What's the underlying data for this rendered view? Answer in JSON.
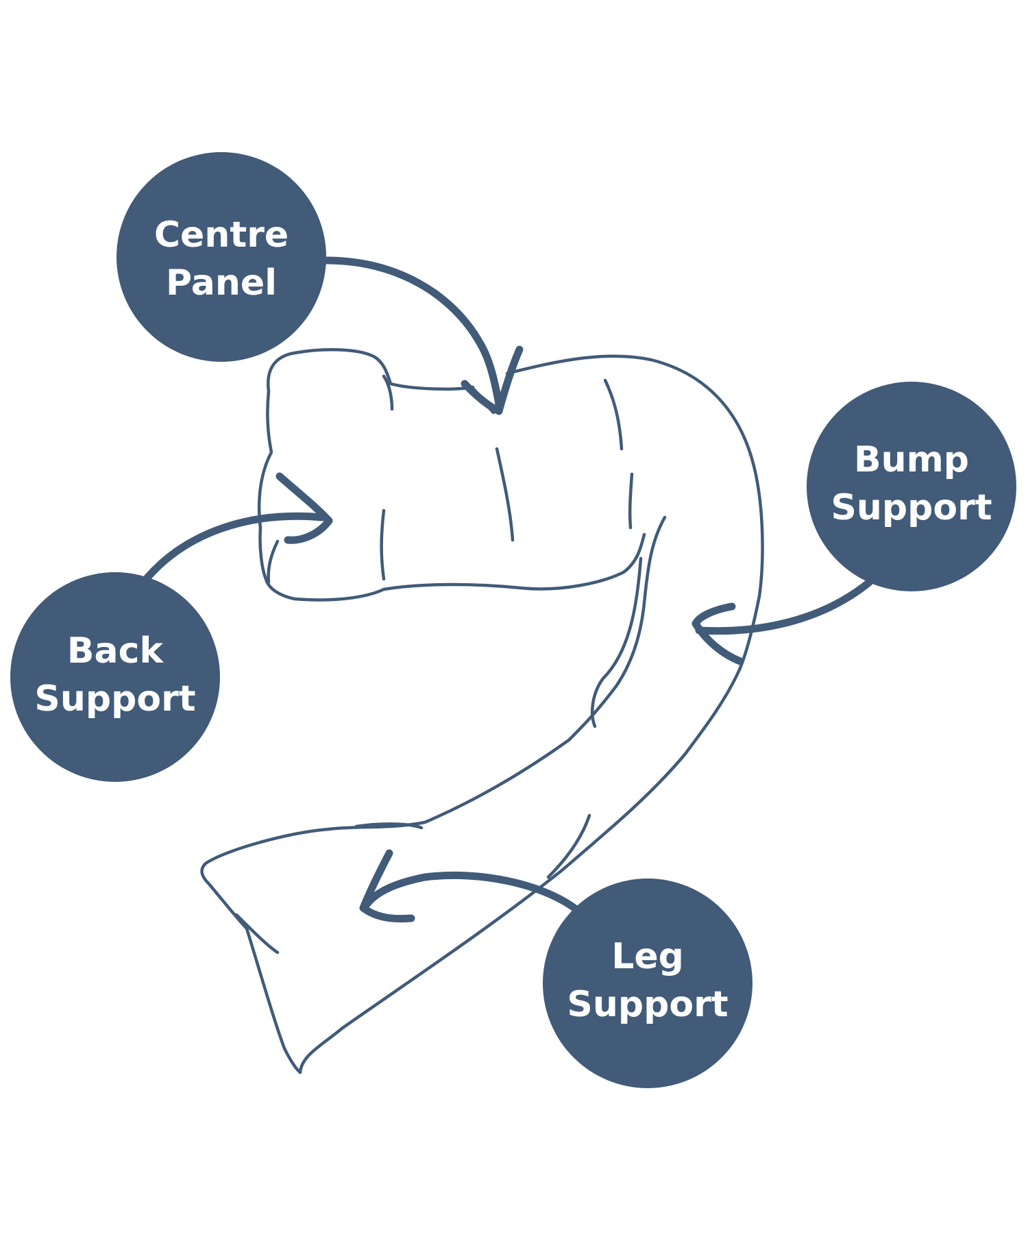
{
  "colors": {
    "ink": "#415B79",
    "bubble": "#415B79",
    "bubble_text": "#ffffff",
    "background": "#ffffff"
  },
  "labels": {
    "centre_panel": {
      "line1": "Centre",
      "line2": "Panel"
    },
    "bump_support": {
      "line1": "Bump",
      "line2": "Support"
    },
    "back_support": {
      "line1": "Back",
      "line2": "Support"
    },
    "leg_support": {
      "line1": "Leg",
      "line2": "Support"
    }
  }
}
